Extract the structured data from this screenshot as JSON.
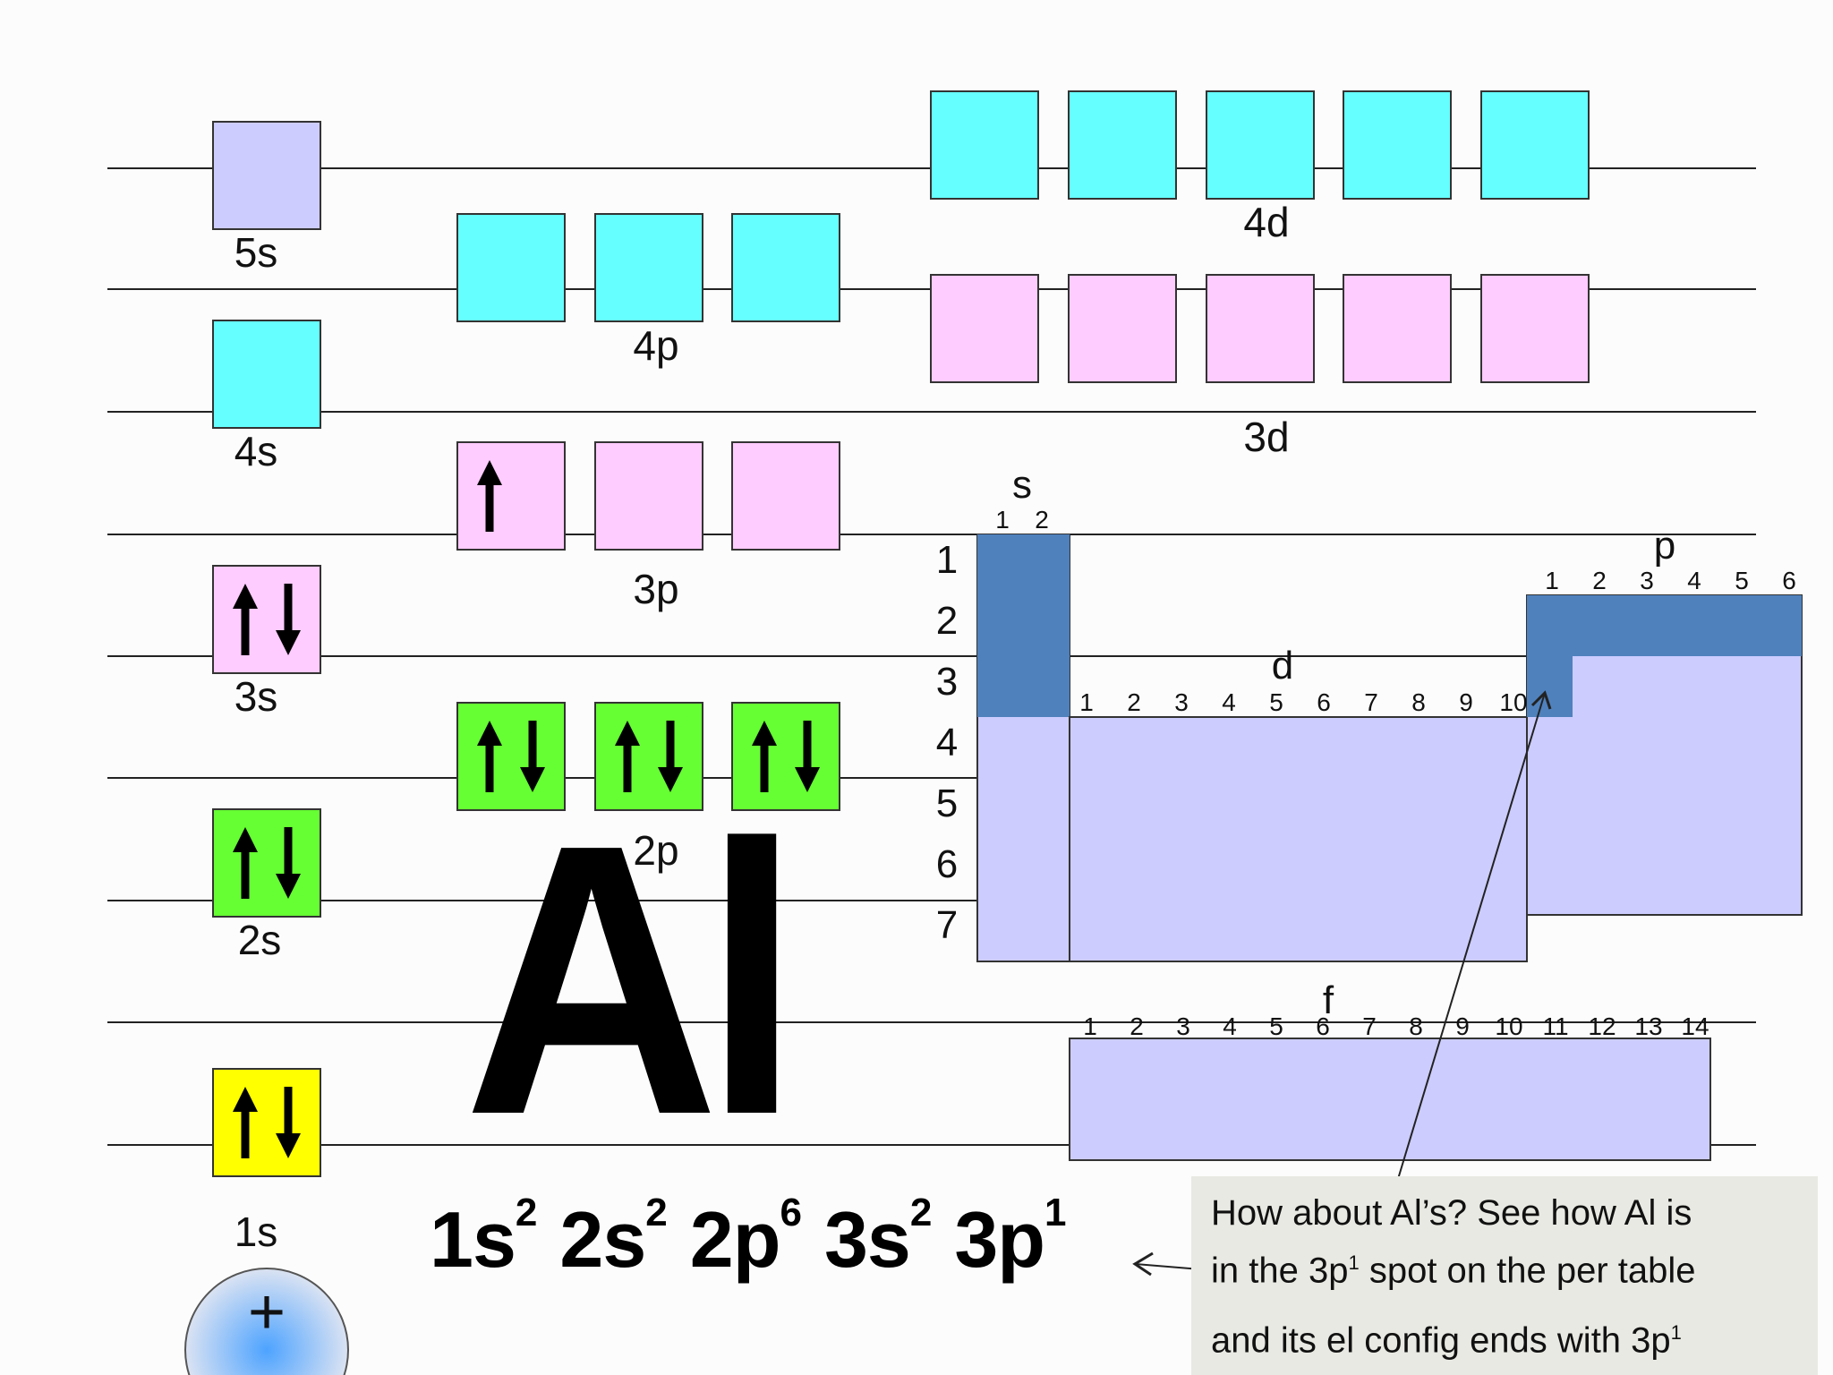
{
  "element_symbol": "Al",
  "electron_configuration": [
    {
      "orbital": "1s",
      "electrons": "2"
    },
    {
      "orbital": "2s",
      "electrons": "2"
    },
    {
      "orbital": "2p",
      "electrons": "6"
    },
    {
      "orbital": "3s",
      "electrons": "2"
    },
    {
      "orbital": "3p",
      "electrons": "1"
    }
  ],
  "orbital_labels": {
    "s5": "5s",
    "s4": "4s",
    "s3": "3s",
    "s2": "2s",
    "s1": "1s",
    "p4": "4p",
    "p3": "3p",
    "p2": "2p",
    "d4": "4d",
    "d3": "3d"
  },
  "orbital_colors": {
    "unfilled_5s": "#ccccff",
    "unfilled_n4": "#66ffff",
    "n3": "#ffccff",
    "n2": "#66ff33",
    "n1": "#ffff00"
  },
  "orbital_fill": {
    "1s": 2,
    "2s": 2,
    "2p": [
      2,
      2,
      2
    ],
    "3s": 2,
    "3p": [
      1,
      0,
      0
    ]
  },
  "nucleus_symbol": "+",
  "periodic_table": {
    "block_labels": {
      "s": "s",
      "p": "p",
      "d": "d",
      "f": "f"
    },
    "period_numbers": [
      "1",
      "2",
      "3",
      "4",
      "5",
      "6",
      "7"
    ],
    "s_columns": [
      "1",
      "2"
    ],
    "p_columns": [
      "1",
      "2",
      "3",
      "4",
      "5",
      "6"
    ],
    "d_columns": [
      "1",
      "2",
      "3",
      "4",
      "5",
      "6",
      "7",
      "8",
      "9",
      "10"
    ],
    "f_columns": [
      "1",
      "2",
      "3",
      "4",
      "5",
      "6",
      "7",
      "8",
      "9",
      "10",
      "11",
      "12",
      "13",
      "14"
    ],
    "colors": {
      "filled": "#4f81bd",
      "empty": "#ccccff"
    }
  },
  "note": {
    "line1": "How about Al’s?  See how Al is",
    "line2_pre": "in the 3p",
    "line2_sup": "1",
    "line2_post": " spot on the per table",
    "line3_pre": "and its el config ends with 3p",
    "line3_sup": "1"
  }
}
